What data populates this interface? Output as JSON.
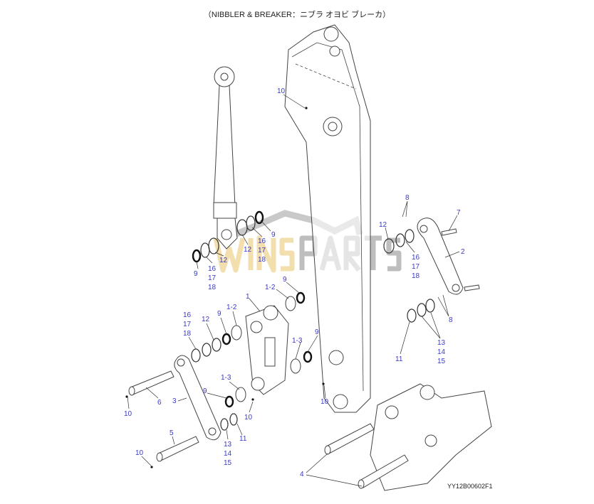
{
  "title": "（NIBBLER & BREAKER：ニブラ オヨビ ブレーカ）",
  "drawing_code": "YY12B00602F1",
  "watermark": {
    "part1": "WINS",
    "part2": "PARTS"
  },
  "labels": [
    "10",
    "8",
    "7",
    "12",
    "2",
    "16",
    "17",
    "18",
    "9",
    "12",
    "16",
    "17",
    "18",
    "12",
    "9",
    "16",
    "17",
    "18",
    "9",
    "1-2",
    "1",
    "8",
    "16",
    "17",
    "18",
    "12",
    "9",
    "1-2",
    "9",
    "1-3",
    "13",
    "14",
    "15",
    "11",
    "1-3",
    "9",
    "3",
    "6",
    "10",
    "10",
    "10",
    "11",
    "13",
    "14",
    "15",
    "5",
    "10",
    "4"
  ],
  "colors": {
    "label": "#3a3ac8",
    "line": "#444444"
  }
}
